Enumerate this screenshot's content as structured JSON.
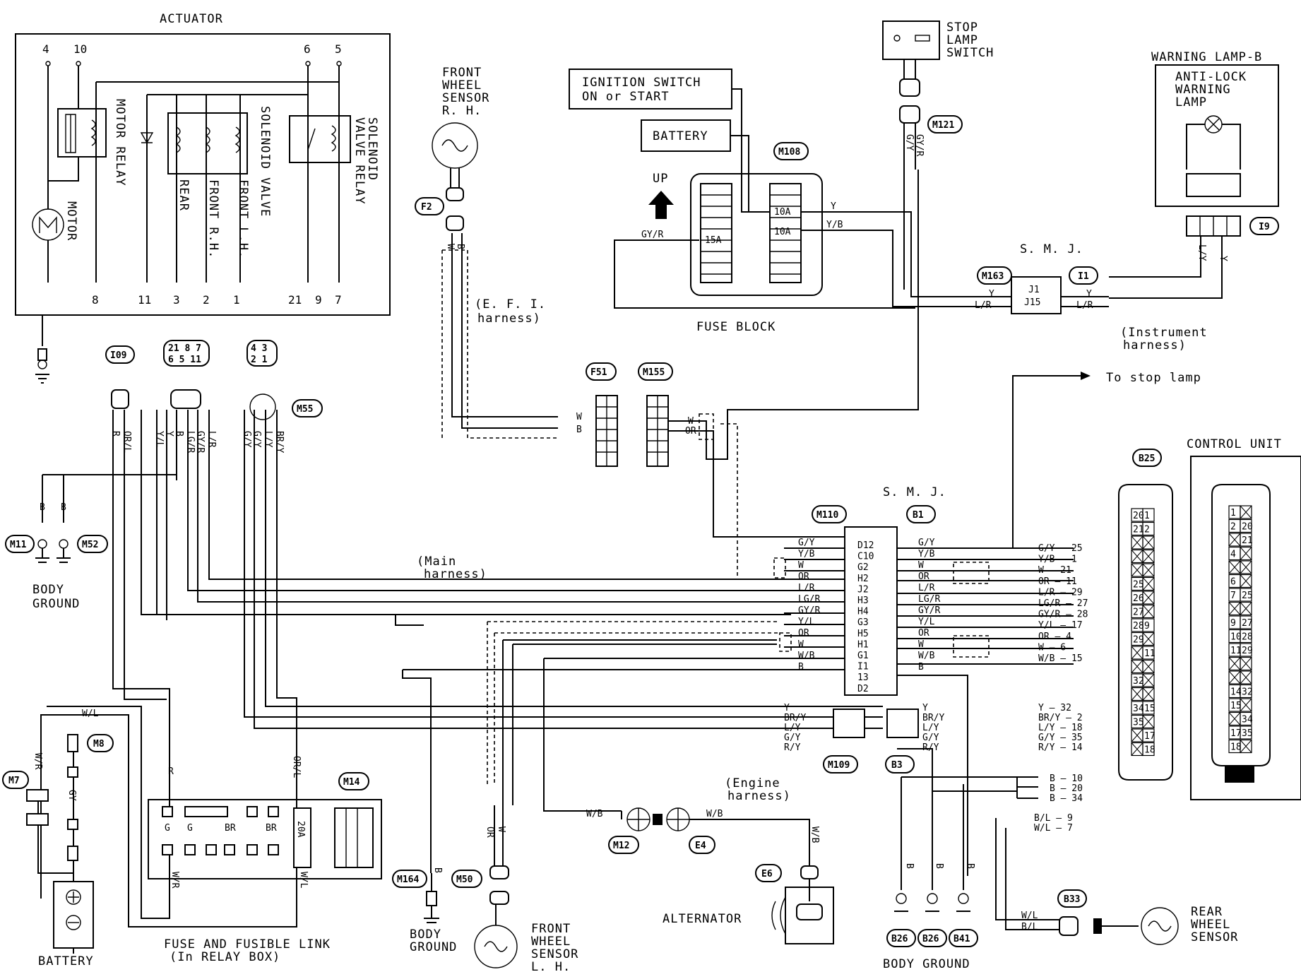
{
  "components": {
    "actuator": "ACTUATOR",
    "motor_relay": "MOTOR RELAY",
    "motor": "MOTOR",
    "solenoid_valve": "SOLENOID VALVE",
    "solenoid_valve_relay_1": "SOLENOID",
    "solenoid_valve_relay_2": "VALVE RELAY",
    "sol_rear": "REAR",
    "sol_front_rh": "FRONT R.H.",
    "sol_front_lh": "FRONT L.H.",
    "front_sensor_rh": [
      "FRONT",
      "WHEEL",
      "SENSOR",
      "R. H."
    ],
    "front_sensor_lh": [
      "FRONT",
      "WHEEL",
      "SENSOR",
      "L. H."
    ],
    "rear_sensor": [
      "REAR",
      "WHEEL",
      "SENSOR"
    ],
    "ignition_switch": [
      "IGNITION SWITCH",
      "ON or START"
    ],
    "battery_box": "BATTERY",
    "fuse_block": "FUSE BLOCK",
    "up": "UP",
    "stop_lamp_switch": [
      "STOP",
      "LAMP",
      "SWITCH"
    ],
    "warning_lamp": "WARNING LAMP-B",
    "anti_lock_lamp": [
      "ANTI-LOCK",
      "WARNING",
      "LAMP"
    ],
    "smj_top": "S. M. J.",
    "smj_mid": "S. M. J.",
    "to_stop_lamp": "To stop lamp",
    "control_unit": "CONTROL UNIT",
    "efi_harness": [
      "(E. F. I.",
      "harness)"
    ],
    "main_harness": [
      "(Main",
      "harness)"
    ],
    "instrument_harness": [
      "(Instrument",
      "harness)"
    ],
    "engine_harness": [
      "(Engine",
      "harness)"
    ],
    "body_ground_left": [
      "BODY",
      "GROUND"
    ],
    "body_ground_mid": [
      "BODY",
      "GROUND"
    ],
    "body_ground_right": "BODY GROUND",
    "battery": "BATTERY",
    "fuse_link": [
      "FUSE AND FUSIBLE LINK",
      "(In RELAY BOX)"
    ],
    "alternator": "ALTERNATOR",
    "fuse_10a_1": "10A",
    "fuse_10a_2": "10A",
    "fuse_15a": "15A",
    "fuse_20a": "20A"
  },
  "actuator_pins": {
    "top": [
      "4",
      "10",
      "6",
      "5"
    ],
    "bottom": [
      "8",
      "11",
      "3",
      "2",
      "1",
      "21",
      "9",
      "7"
    ]
  },
  "connector_ids": {
    "m108": "M108",
    "m121": "M121",
    "i9": "I9",
    "m163": "M163",
    "i1": "I1",
    "f2": "F2",
    "f51": "F51",
    "m155": "M155",
    "m55": "M55",
    "i09": "I09",
    "m11": "M11",
    "m52": "M52",
    "m110": "M110",
    "b1": "B1",
    "b25": "B25",
    "m8": "M8",
    "m7": "M7",
    "m14": "M14",
    "m109": "M109",
    "b3": "B3",
    "m12": "M12",
    "e4": "E4",
    "e6": "E6",
    "m164": "M164",
    "m50": "M50",
    "b26a": "B26",
    "b26b": "B26",
    "b41": "B41",
    "b33": "B33"
  },
  "actuator_conn_pins": {
    "c1": "I09",
    "c2_top": "21 8 7",
    "c2_bottom": "6 5 11",
    "c3_top": "4 3",
    "c3_bottom": "2 1"
  },
  "wire_colors": {
    "ign_y": "Y",
    "ign_yb": "Y/B",
    "gyr": "GY/R",
    "stop_gy": "G/Y",
    "stop_gyr": "GY/R",
    "smj_y_l": "Y",
    "smj_lr_l": "L/R",
    "smj_y_r": "Y",
    "smj_lr_r": "L/R",
    "smj_j1": "J1",
    "smj_j15": "J15",
    "warn_ly": "L/Y",
    "warn_y": "Y",
    "f2_w": "W",
    "f2_b": "B",
    "f51_w": "W",
    "f51_b": "B",
    "m155_w": "W",
    "m155_or": "OR",
    "act_r": "R",
    "act_orl": "OR/L",
    "act_yl": "Y/L",
    "act_y": "Y",
    "act_b": "B",
    "act_lgr": "LG/R",
    "act_gyr": "GY/R",
    "act_lr": "L/R",
    "act_gy": "G/Y",
    "act_gy2": "G/Y",
    "act_ly": "L/Y",
    "act_bry": "BR/Y",
    "gnd_b1": "B",
    "gnd_b2": "B",
    "m14_r": "R",
    "m14_orl": "OR/L",
    "m14_wr": "W/R",
    "m14_wl": "W/L",
    "m14_g1": "G",
    "m14_g2": "G",
    "m14_br1": "BR",
    "m14_br2": "BR",
    "batt_wl": "W/L",
    "batt_wr": "W/R",
    "batt_gy": "GY",
    "m12_wb": "W/B",
    "e4_wb": "W/B",
    "e6_wb": "W/B",
    "m164_b": "B",
    "m50_w": "W",
    "m50_or": "OR",
    "gnd_b26a": "B",
    "gnd_b26b": "B",
    "gnd_b41": "B",
    "b33_wl": "W/L",
    "b33_bl": "B/L"
  },
  "smj_left_wires": [
    "G/Y",
    "Y/B",
    "W",
    "OR",
    "L/R",
    "LG/R",
    "GY/R",
    "Y/L",
    "OR",
    "W",
    "W/B",
    "B"
  ],
  "smj_left_pins": [
    "D12",
    "C10",
    "G2",
    "H2",
    "J2",
    "H3",
    "H4",
    "G3",
    "H5",
    "H1",
    "G1",
    "I1",
    "13",
    "D2"
  ],
  "smj_right_wires": [
    "G/Y",
    "Y/B",
    "W",
    "OR",
    "L/R",
    "LG/R",
    "GY/R",
    "Y/L",
    "OR",
    "W",
    "W/B",
    "B"
  ],
  "cu_terminals": [
    "G/Y — 25",
    "Y/B — 1",
    "W — 21",
    "OR — 11",
    "L/R — 29",
    "LG/R — 27",
    "GY/R — 28",
    "Y/L — 17",
    "OR — 4",
    "W — 6",
    "W/B — 15"
  ],
  "m109_left_wires": [
    "Y",
    "BR/Y",
    "L/Y",
    "G/Y",
    "R/Y"
  ],
  "b3_right_wires": [
    "Y",
    "BR/Y",
    "L/Y",
    "G/Y",
    "R/Y"
  ],
  "cu_terminals_2": [
    "Y — 32",
    "BR/Y — 2",
    "L/Y — 18",
    "G/Y — 35",
    "R/Y — 14"
  ],
  "cu_ground": [
    "B — 10",
    "B — 20",
    "B — 34"
  ],
  "cu_rear": [
    "B/L — 9",
    "W/L — 7"
  ],
  "b25_left": [
    "20",
    "21",
    "",
    "",
    "",
    "25",
    "26",
    "27",
    "28",
    "29",
    "",
    "",
    "32",
    "",
    "34",
    "35"
  ],
  "b25_right": [
    "1",
    "2",
    "",
    "",
    "",
    "",
    "",
    "",
    "9",
    "",
    "11",
    "",
    "",
    "",
    "15",
    "",
    "17",
    "18"
  ],
  "cu2_left": [
    "1",
    "2",
    "",
    "4",
    "",
    "6",
    "7",
    "",
    "9",
    "10",
    "11",
    "",
    "",
    "14",
    "15",
    "",
    "17",
    "18"
  ],
  "cu2_right": [
    "",
    "20",
    "21",
    "",
    "",
    "",
    "25",
    "",
    "27",
    "28",
    "29",
    "",
    "",
    "32",
    "",
    "34",
    "35"
  ]
}
